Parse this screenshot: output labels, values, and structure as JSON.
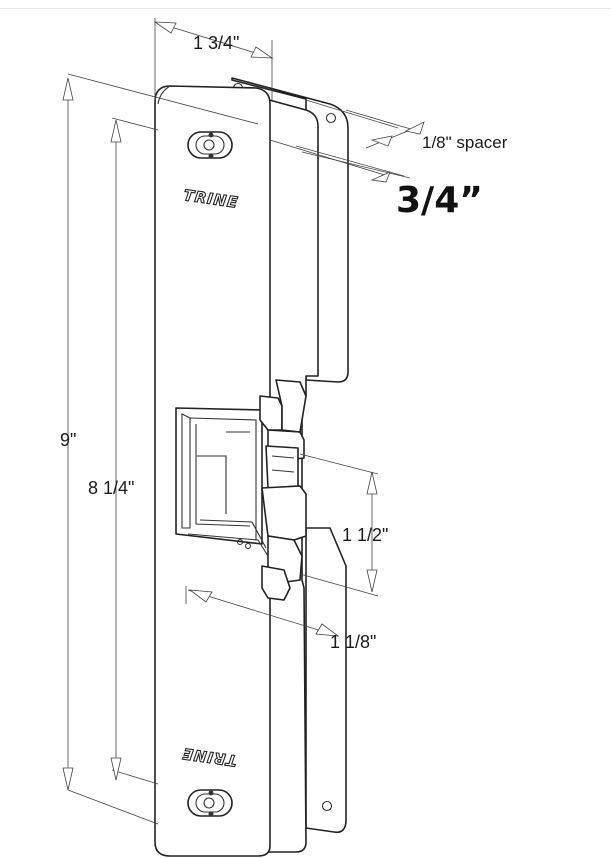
{
  "dimensions": {
    "width_top": "1 3/4\"",
    "spacer": "1/8\" spacer",
    "depth": "3/4”",
    "overall_height": "9\"",
    "faceplate_height": "8 1/4\"",
    "opening_height": "1 1/2\"",
    "opening_offset": "1 1/8\""
  },
  "brand": {
    "top": "TRINE",
    "bottom": "TRINE"
  }
}
